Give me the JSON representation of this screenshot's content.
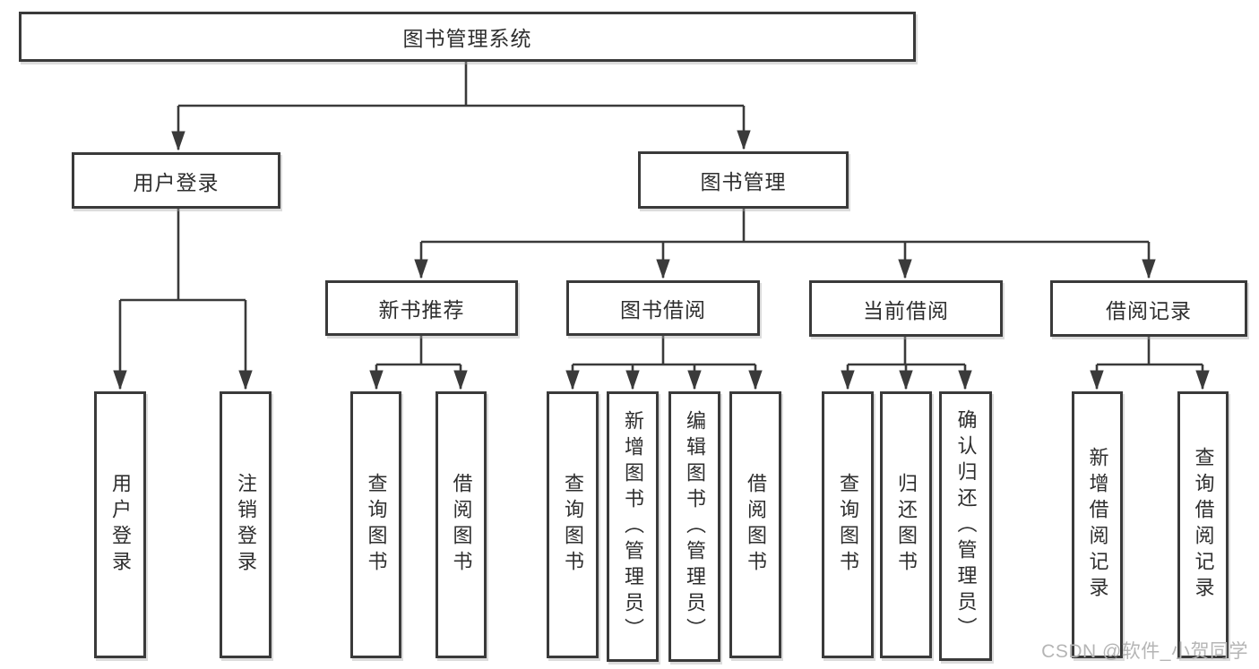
{
  "diagram": {
    "type": "hierarchy-tree",
    "root": {
      "label": "图书管理系统"
    },
    "branches": [
      {
        "label": "用户登录",
        "children": [
          {
            "label": "用户登录"
          },
          {
            "label": "注销登录"
          }
        ]
      },
      {
        "label": "图书管理",
        "children": [
          {
            "label": "新书推荐",
            "children": [
              {
                "label": "查询图书"
              },
              {
                "label": "借阅图书"
              }
            ]
          },
          {
            "label": "图书借阅",
            "children": [
              {
                "label": "查询图书"
              },
              {
                "label": "新增图书（管理员）"
              },
              {
                "label": "编辑图书（管理员）"
              },
              {
                "label": "借阅图书"
              }
            ]
          },
          {
            "label": "当前借阅",
            "children": [
              {
                "label": "查询图书"
              },
              {
                "label": "归还图书"
              },
              {
                "label": "确认归还（管理员）"
              }
            ]
          },
          {
            "label": "借阅记录",
            "children": [
              {
                "label": "新增借阅记录"
              },
              {
                "label": "查询借阅记录"
              }
            ]
          }
        ]
      }
    ]
  },
  "watermark": {
    "text": "CSDN @软件_小贺同学"
  },
  "colors": {
    "line": "#3a3a3a",
    "box_border": "#3a3a3a",
    "text": "#2e2e2e",
    "watermark": "#b5b5b5",
    "background": "#ffffff"
  }
}
